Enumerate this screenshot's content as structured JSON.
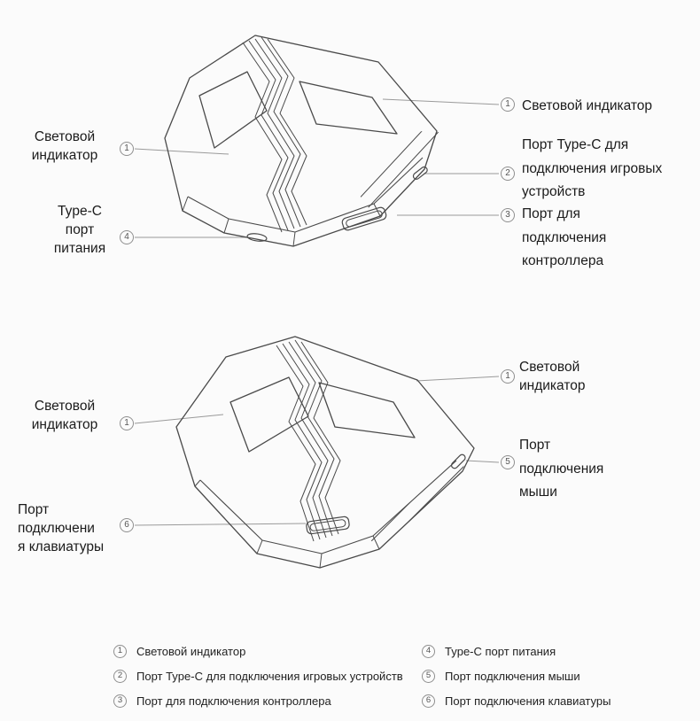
{
  "colors": {
    "line_art": "#4a4a4a",
    "callout_line": "#9a9a9a",
    "text": "#1b1b1b"
  },
  "callouts": {
    "top_left_indicator": {
      "num": "1",
      "label": "Световой\nиндикатор"
    },
    "top_left_power": {
      "num": "4",
      "label": "Type-C\nпорт\nпитания"
    },
    "top_right_indicator": {
      "num": "1",
      "label": "Световой индикатор"
    },
    "top_right_gaming": {
      "num": "2",
      "label": "Порт Type-C для\nподключения игровых\nустройств"
    },
    "top_right_controller": {
      "num": "3",
      "label": "Порт для\nподключения\nконтроллера"
    },
    "bottom_left_indicator": {
      "num": "1",
      "label": "Световой\nиндикатор"
    },
    "bottom_left_keyboard": {
      "num": "6",
      "label": "Порт\nподключени\nя клавиатуры"
    },
    "bottom_right_indicator": {
      "num": "1",
      "label": "Световой\nиндикатор"
    },
    "bottom_right_mouse": {
      "num": "5",
      "label": "Порт\nподключения\nмыши"
    }
  },
  "legend": {
    "left": [
      {
        "num": "1",
        "label": "Световой индикатор"
      },
      {
        "num": "2",
        "label": "Порт Type-C для подключения игровых устройств"
      },
      {
        "num": "3",
        "label": "Порт для подключения контроллера"
      }
    ],
    "right": [
      {
        "num": "4",
        "label": "Type-C порт питания"
      },
      {
        "num": "5",
        "label": "Порт подключения мыши"
      },
      {
        "num": "6",
        "label": "Порт подключения клавиатуры"
      }
    ]
  }
}
